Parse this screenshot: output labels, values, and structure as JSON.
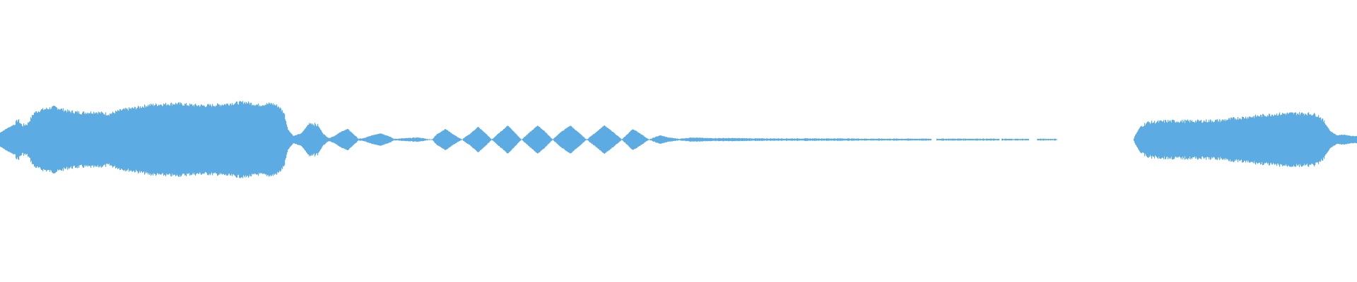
{
  "waveform": {
    "color": "#5dabe3",
    "background": "#ffffff",
    "envelope": [
      [
        0,
        0.1
      ],
      [
        0.005,
        0.16
      ],
      [
        0.01,
        0.21
      ],
      [
        0.013,
        0.28
      ],
      [
        0.016,
        0.2
      ],
      [
        0.02,
        0.22
      ],
      [
        0.025,
        0.38
      ],
      [
        0.03,
        0.42
      ],
      [
        0.04,
        0.46
      ],
      [
        0.05,
        0.4
      ],
      [
        0.06,
        0.38
      ],
      [
        0.07,
        0.39
      ],
      [
        0.08,
        0.36
      ],
      [
        0.09,
        0.42
      ],
      [
        0.1,
        0.45
      ],
      [
        0.11,
        0.49
      ],
      [
        0.12,
        0.5
      ],
      [
        0.13,
        0.51
      ],
      [
        0.14,
        0.49
      ],
      [
        0.15,
        0.48
      ],
      [
        0.16,
        0.49
      ],
      [
        0.17,
        0.51
      ],
      [
        0.18,
        0.53
      ],
      [
        0.19,
        0.49
      ],
      [
        0.2,
        0.51
      ],
      [
        0.205,
        0.47
      ],
      [
        0.209,
        0.38
      ],
      [
        0.212,
        0.14
      ],
      [
        0.216,
        0.05
      ],
      [
        0.222,
        0.09
      ],
      [
        0.228,
        0.24
      ],
      [
        0.234,
        0.2
      ],
      [
        0.238,
        0.08
      ],
      [
        0.242,
        0.02
      ],
      [
        0.246,
        0.05
      ],
      [
        0.252,
        0.12
      ],
      [
        0.256,
        0.15
      ],
      [
        0.26,
        0.08
      ],
      [
        0.264,
        0.01
      ],
      [
        0.268,
        0.02
      ],
      [
        0.274,
        0.06
      ],
      [
        0.28,
        0.09
      ],
      [
        0.286,
        0.05
      ],
      [
        0.29,
        0.01
      ],
      [
        0.3,
        0.02
      ],
      [
        0.308,
        0.03
      ],
      [
        0.314,
        0.01
      ],
      [
        0.318,
        0.0
      ],
      [
        0.322,
        0.08
      ],
      [
        0.328,
        0.15
      ],
      [
        0.334,
        0.07
      ],
      [
        0.34,
        0.0
      ],
      [
        0.346,
        0.08
      ],
      [
        0.352,
        0.18
      ],
      [
        0.358,
        0.08
      ],
      [
        0.362,
        0.0
      ],
      [
        0.368,
        0.1
      ],
      [
        0.374,
        0.2
      ],
      [
        0.38,
        0.08
      ],
      [
        0.384,
        0.0
      ],
      [
        0.39,
        0.1
      ],
      [
        0.396,
        0.2
      ],
      [
        0.402,
        0.1
      ],
      [
        0.407,
        0.0
      ],
      [
        0.412,
        0.09
      ],
      [
        0.42,
        0.2
      ],
      [
        0.426,
        0.1
      ],
      [
        0.432,
        0.0
      ],
      [
        0.438,
        0.09
      ],
      [
        0.445,
        0.2
      ],
      [
        0.452,
        0.1
      ],
      [
        0.458,
        0.0
      ],
      [
        0.466,
        0.15
      ],
      [
        0.472,
        0.08
      ],
      [
        0.478,
        0.0
      ],
      [
        0.486,
        0.06
      ],
      [
        0.492,
        0.03
      ],
      [
        0.5,
        0.01
      ],
      [
        0.51,
        0.03
      ],
      [
        0.52,
        0.02
      ],
      [
        0.54,
        0.02
      ],
      [
        0.56,
        0.015
      ],
      [
        0.58,
        0.015
      ],
      [
        0.6,
        0.015
      ],
      [
        0.62,
        0.015
      ],
      [
        0.64,
        0.012
      ],
      [
        0.66,
        0.012
      ],
      [
        0.68,
        0.012
      ],
      [
        0.7,
        0.012
      ],
      [
        0.72,
        0.012
      ],
      [
        0.74,
        0.01
      ],
      [
        0.76,
        0.01
      ],
      [
        0.778,
        0.01
      ],
      [
        0.779,
        0.0
      ],
      [
        0.835,
        0.0
      ],
      [
        0.836,
        0.05
      ],
      [
        0.84,
        0.18
      ],
      [
        0.845,
        0.24
      ],
      [
        0.86,
        0.26
      ],
      [
        0.88,
        0.26
      ],
      [
        0.9,
        0.27
      ],
      [
        0.91,
        0.3
      ],
      [
        0.92,
        0.32
      ],
      [
        0.93,
        0.34
      ],
      [
        0.94,
        0.36
      ],
      [
        0.95,
        0.37
      ],
      [
        0.96,
        0.37
      ],
      [
        0.968,
        0.36
      ],
      [
        0.972,
        0.33
      ],
      [
        0.976,
        0.24
      ],
      [
        0.98,
        0.12
      ],
      [
        0.985,
        0.06
      ],
      [
        0.99,
        0.07
      ],
      [
        0.996,
        0.05
      ],
      [
        1.0,
        0.05
      ]
    ],
    "gaps": [
      [
        0.686,
        0.69
      ],
      [
        0.736,
        0.738
      ],
      [
        0.758,
        0.764
      ]
    ]
  }
}
